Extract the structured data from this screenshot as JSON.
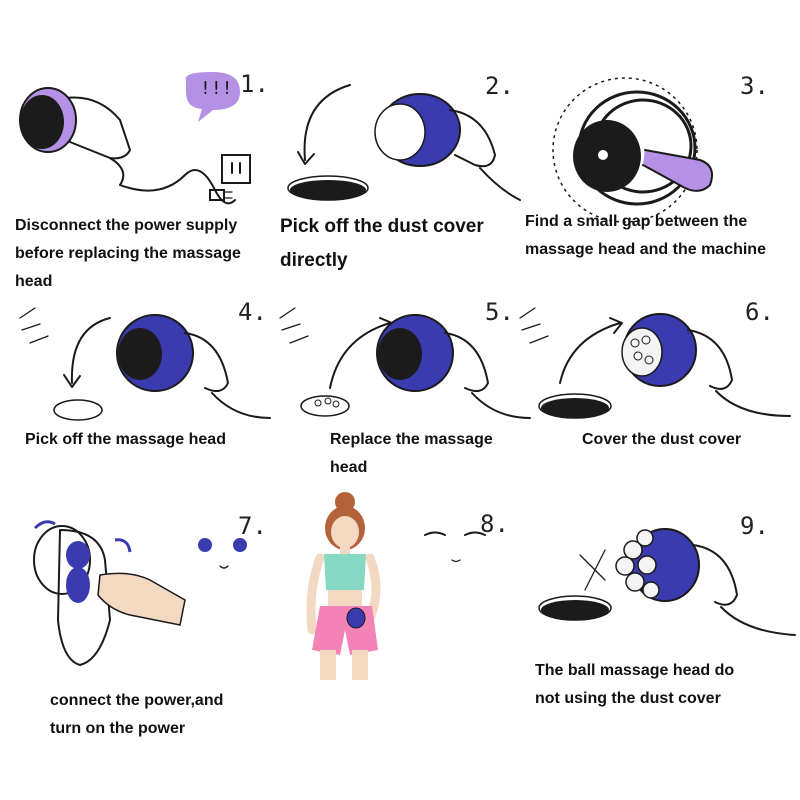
{
  "colors": {
    "head_blue": "#3b3bb0",
    "head_purple": "#b591e6",
    "dark": "#1b1b1b",
    "skin": "#f3d8c2",
    "top_green": "#88d9c3",
    "shorts_pink": "#f383b7"
  },
  "bubble_text": "!!!",
  "steps": [
    {
      "number": "1.",
      "caption_lines": [
        "Disconnect the power supply",
        "before replacing the massage",
        "head"
      ]
    },
    {
      "number": "2.",
      "caption_lines": [
        "Pick off the dust cover",
        "directly"
      ]
    },
    {
      "number": "3.",
      "caption_lines": [
        "Find a small gap between the",
        "massage head and the machine"
      ]
    },
    {
      "number": "4.",
      "caption_lines": [
        "Pick off the massage head"
      ]
    },
    {
      "number": "5.",
      "caption_lines": [
        "Replace the massage",
        "head"
      ]
    },
    {
      "number": "6.",
      "caption_lines": [
        "Cover the dust cover"
      ]
    },
    {
      "number": "7.",
      "caption_lines": [
        "connect the power,and",
        "turn on the power"
      ]
    },
    {
      "number": "8.",
      "caption_lines": []
    },
    {
      "number": "9.",
      "caption_lines": [
        "The ball massage head do",
        "not using the dust cover"
      ]
    }
  ]
}
